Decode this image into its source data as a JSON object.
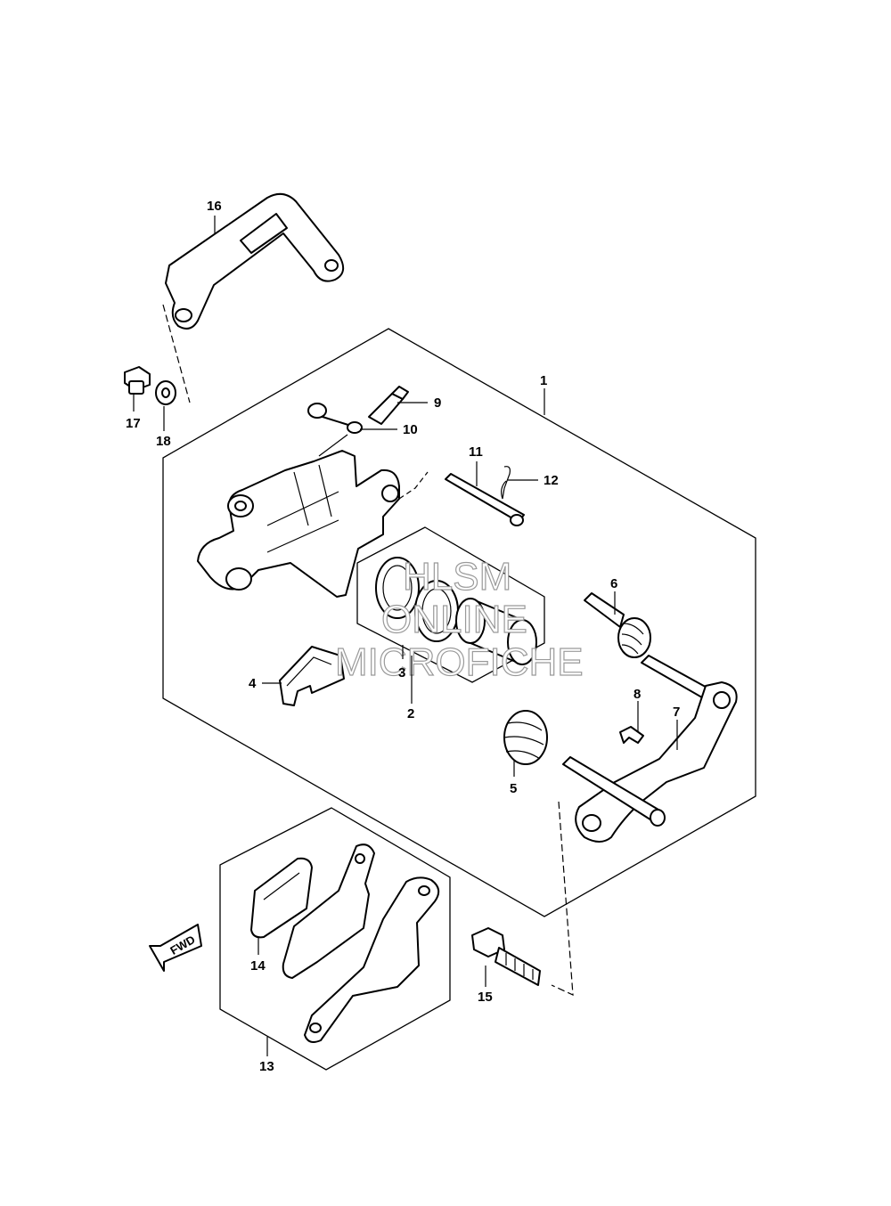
{
  "callouts": {
    "c1": "1",
    "c2": "2",
    "c3": "3",
    "c4": "4",
    "c5": "5",
    "c6": "6",
    "c7": "7",
    "c8": "8",
    "c9": "9",
    "c10": "10",
    "c11": "11",
    "c12": "12",
    "c13": "13",
    "c14": "14",
    "c15": "15",
    "c16": "16",
    "c17": "17",
    "c18": "18"
  },
  "watermark": {
    "line1": "HLSM",
    "line2": "ONLINE",
    "line3": "MICROFICHE"
  },
  "fwd_label": "FWD"
}
